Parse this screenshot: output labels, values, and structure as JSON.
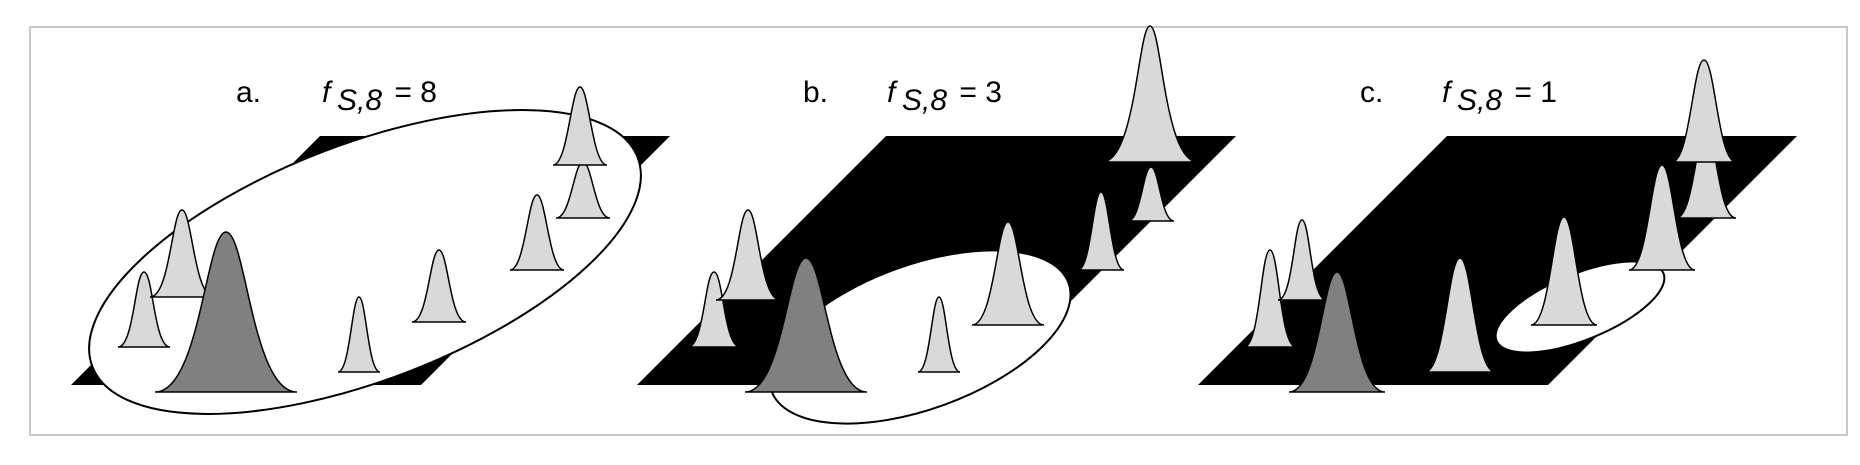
{
  "figure": {
    "panels": [
      {
        "letter": "a.",
        "symbol": "f",
        "subscript": "S,8",
        "relation": " = 8"
      },
      {
        "letter": "b.",
        "symbol": "f",
        "subscript": "S,8",
        "relation": " = 3"
      },
      {
        "letter": "c.",
        "symbol": "f",
        "subscript": "S,8",
        "relation": " = 1"
      }
    ],
    "colors": {
      "plane": "#000000",
      "ellipse": "#ffffff",
      "peak_light": "#d9d9d9",
      "peak_dark": "#808080",
      "frame": "#c8c8c8"
    }
  }
}
